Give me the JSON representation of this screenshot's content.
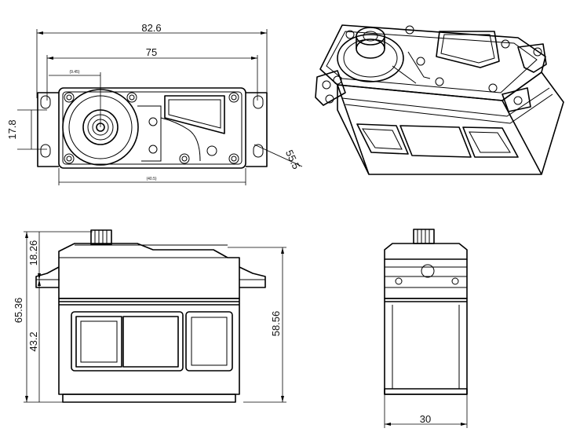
{
  "dimensions": {
    "overall_length": "82.6",
    "mounting_hole_spacing": "75",
    "spline_offset_tiny": "(9.45)",
    "mounting_slot_width": "17.8",
    "tab_thickness_callout": "55.5",
    "body_length_tiny": "(40.5)",
    "spline_height": "18.26",
    "total_height": "65.36",
    "lower_body_height": "43.2",
    "height_to_tab": "58.56",
    "body_width": "30"
  }
}
